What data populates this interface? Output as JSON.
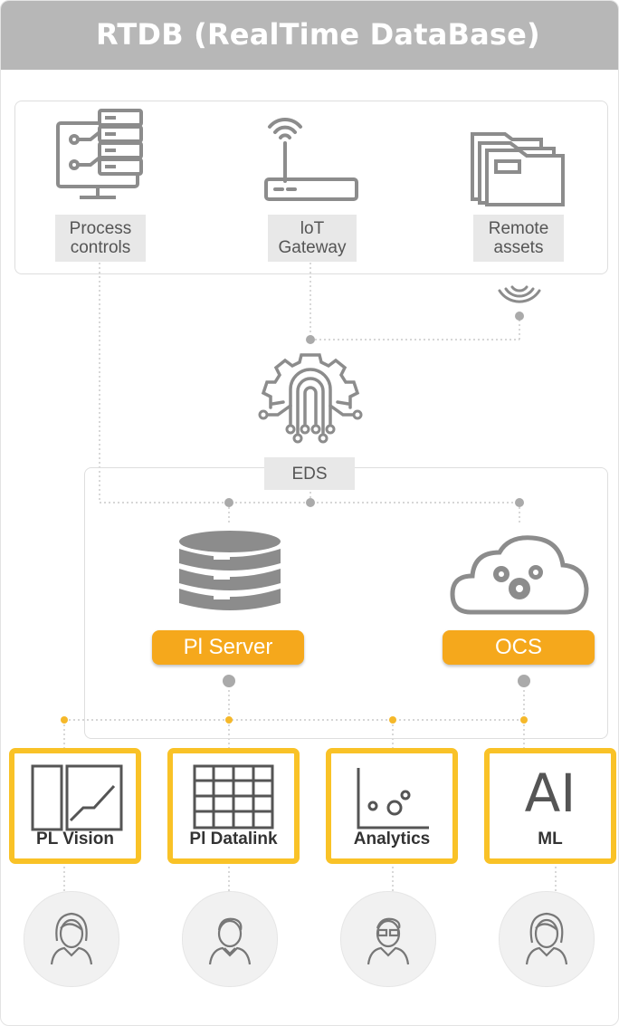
{
  "header": {
    "title": "RTDB (RealTime DataBase)"
  },
  "sources": [
    {
      "label_line1": "Process",
      "label_line2": "controls",
      "icon": "server-monitor-icon"
    },
    {
      "label_line1": "loT",
      "label_line2": "Gateway",
      "icon": "router-icon"
    },
    {
      "label_line1": "Remote",
      "label_line2": "assets",
      "icon": "folder-icon"
    }
  ],
  "eds": {
    "label": "EDS",
    "icon": "fingerprint-gear-icon"
  },
  "servers": [
    {
      "label": "Pl Server",
      "icon": "database-icon"
    },
    {
      "label": "OCS",
      "icon": "cloud-gears-icon"
    }
  ],
  "tools": [
    {
      "label": "PL Vision",
      "icon": "chart-window-icon"
    },
    {
      "label": "Pl Datalink",
      "icon": "grid-table-icon"
    },
    {
      "label": "Analytics",
      "icon": "scatter-plot-icon"
    },
    {
      "label": "ML",
      "icon_text": "AI"
    }
  ],
  "users": [
    {
      "icon": "woman-user-icon"
    },
    {
      "icon": "man-user-icon"
    },
    {
      "icon": "glasses-user-icon"
    },
    {
      "icon": "woman-user-icon"
    }
  ],
  "colors": {
    "header": "#b7b7b7",
    "accent": "#f5a81c",
    "tool_border": "#f9c227",
    "icon_gray": "#8c8c8c",
    "connector_dot": "#aaaaaa"
  }
}
